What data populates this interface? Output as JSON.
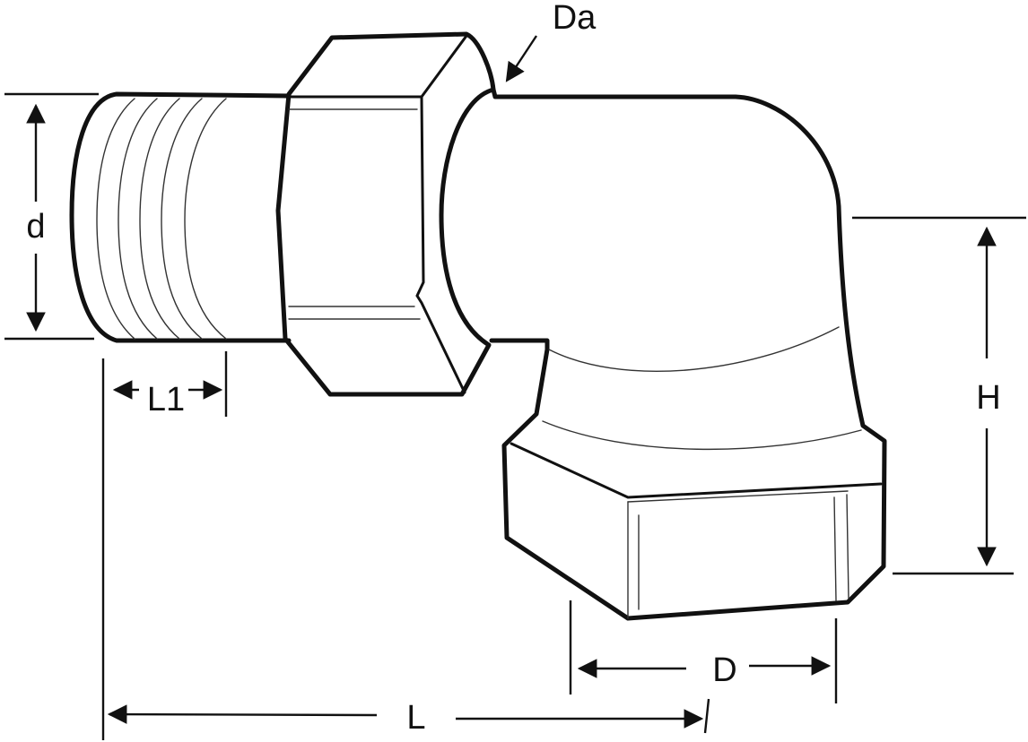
{
  "diagram": {
    "labels": {
      "d": "d",
      "L1": "L1",
      "Da": "Da",
      "H": "H",
      "D": "D",
      "L": "L"
    },
    "colors": {
      "line": "#111111",
      "background": "#ffffff"
    }
  }
}
